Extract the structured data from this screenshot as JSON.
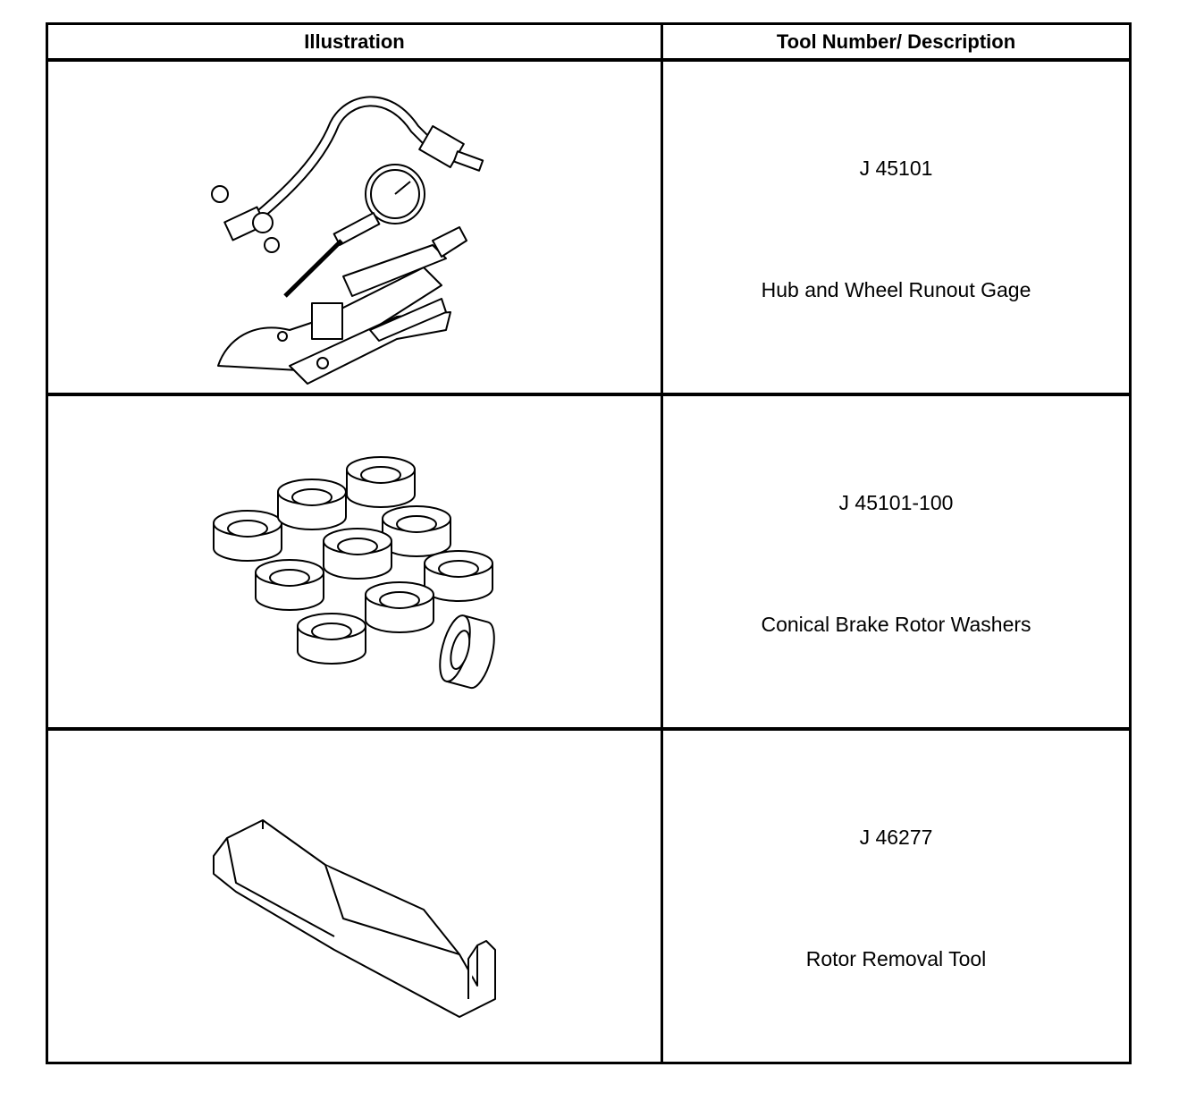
{
  "table": {
    "headers": {
      "illustration": "Illustration",
      "description": "Tool Number/ Description"
    },
    "rows": [
      {
        "tool_number": "J 45101",
        "description": "Hub and Wheel Runout Gage",
        "illustration_icon": "runout-gage-icon"
      },
      {
        "tool_number": "J 45101-100",
        "description": "Conical Brake Rotor Washers",
        "illustration_icon": "rotor-washers-icon"
      },
      {
        "tool_number": "J 46277",
        "description": "Rotor Removal Tool",
        "illustration_icon": "rotor-removal-tool-icon"
      }
    ]
  }
}
